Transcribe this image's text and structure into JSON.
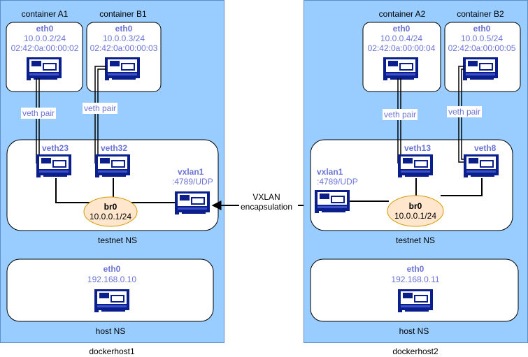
{
  "colors": {
    "host_fill": "#99ccff",
    "label_blue": "#6b74d6",
    "bridge_fill": "#ffe6cc",
    "bridge_stroke": "#d79b00",
    "nic_body": "#0a1e8c"
  },
  "icons": {
    "network_card": "network-card-icon",
    "bridge": "bridge-ellipse"
  },
  "dockerhost1": {
    "label": "dockerhost1",
    "container_a1": {
      "title": "container A1",
      "eth": "eth0",
      "ip": "10.0.0.2/24",
      "mac": "02:42:0a:00:00:02"
    },
    "container_b1": {
      "title": "container B1",
      "eth": "eth0",
      "ip": "10.0.0.3/24",
      "mac": "02:42:0a:00:00:03"
    },
    "veth_pair_a": "veth pair",
    "veth_pair_b": "veth pair",
    "testnet": {
      "label": "testnet NS",
      "veth_a": "veth23",
      "veth_b": "veth32",
      "vxlan_name": "vxlan1",
      "vxlan_port": ":4789/UDP",
      "bridge_name": "br0",
      "bridge_ip": "10.0.0.1/24"
    },
    "hostns": {
      "label": "host NS",
      "eth": "eth0",
      "ip": "192.168.0.10"
    }
  },
  "dockerhost2": {
    "label": "dockerhost2",
    "container_a2": {
      "title": "container A2",
      "eth": "eth0",
      "ip": "10.0.0.4/24",
      "mac": "02:42:0a:00:00:04"
    },
    "container_b2": {
      "title": "container B2",
      "eth": "eth0",
      "ip": "10.0.0.5/24",
      "mac": "02:42:0a:00:00:05"
    },
    "veth_pair_a": "veth pair",
    "veth_pair_b": "veth pair",
    "testnet": {
      "label": "testnet NS",
      "veth_a": "veth13",
      "veth_b": "veth8",
      "vxlan_name": "vxlan1",
      "vxlan_port": ":4789/UDP",
      "bridge_name": "br0",
      "bridge_ip": "10.0.0.1/24"
    },
    "hostns": {
      "label": "host NS",
      "eth": "eth0",
      "ip": "192.168.0.11"
    }
  },
  "tunnel": {
    "line1": "VXLAN",
    "line2": "encapsulation"
  }
}
